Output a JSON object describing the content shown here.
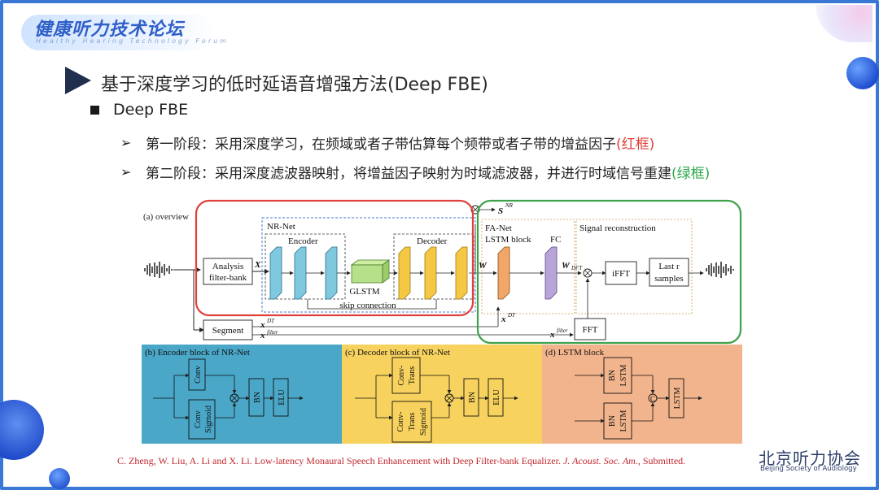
{
  "header": {
    "logo_text": "健康听力技术论坛",
    "logo_sub": "Healthy Hearing Technology Forum"
  },
  "slide": {
    "title": "基于深度学习的低时延语音增强方法(Deep FBE)",
    "bullet1": "Deep FBE",
    "step1_text": "第一阶段：采用深度学习，在频域或者子带估算每个频带或者子带的增益因子",
    "step1_tag": "(红框)",
    "step2_text": "第二阶段：采用深度滤波器映射，将增益因子映射为时域滤波器，并进行时域信号重建",
    "step2_tag": "(绿框)"
  },
  "figure": {
    "overview_label": "(a) overview",
    "nrnet_label": "NR-Net",
    "encoder_label": "Encoder",
    "decoder_label": "Decoder",
    "glstm_label": "GLSTM",
    "skip_label": "skip connection",
    "analysis_l1": "Analysis",
    "analysis_l2": "filter-bank",
    "segment_label": "Segment",
    "fanet_label": "FA-Net",
    "lstm_block_label": "LSTM block",
    "fc_label": "FC",
    "signal_recon_label": "Signal reconstruction",
    "ifft_label": "iFFT",
    "last_l1": "Last r",
    "last_l2": "samples",
    "fft_label": "FFT",
    "sym_X": "X",
    "sym_W": "W",
    "sym_W2": "W",
    "sym_WDFT_sup": "DFT",
    "sym_S": "S",
    "sym_S_sup": "NR",
    "sym_x1": "x",
    "sym_x1_sup": "DT",
    "sym_x2": "x",
    "sym_x2_sup": "filter",
    "sym_x3": "x",
    "sym_x3_sup": "DT",
    "sym_x4": "x",
    "sym_x4_sup": "filter",
    "panel_b_title": "(b) Encoder block of NR-Net",
    "panel_c_title": "(c) Decoder block of NR-Net",
    "panel_d_title": "(d) LSTM block",
    "conv": "Conv",
    "conv2": "Conv",
    "sigmoid": "Sigmoid",
    "bn": "BN",
    "elu": "ELU",
    "conv_trans_a": "Conv-",
    "conv_trans_b": "Trans",
    "bn2": "BN",
    "elu2": "ELU",
    "lstm": "LSTM",
    "c_sym": "C",
    "colors": {
      "red_box": "#e0403a",
      "green_box": "#3fa14a",
      "panel_b": "#4aa7c8",
      "panel_c": "#f7d25e",
      "panel_d": "#f2b48c",
      "encoder_block": "#7fc8de",
      "decoder_block": "#f5c843",
      "glstm_block": "#b7e08a",
      "fa_block": "#f2a76a",
      "fc_block": "#b8a4d8"
    }
  },
  "citation": {
    "authors": "C. Zheng, W. Liu, A. Li and X. Li. Low-latency Monaural Speech Enhancement with Deep Filter-bank Equalizer.",
    "journal": "J. Acoust. Soc. Am.,",
    "status": "Submitted."
  },
  "org": {
    "name_cn": "北京听力协会",
    "name_en": "Beijing Society of Audiology"
  }
}
